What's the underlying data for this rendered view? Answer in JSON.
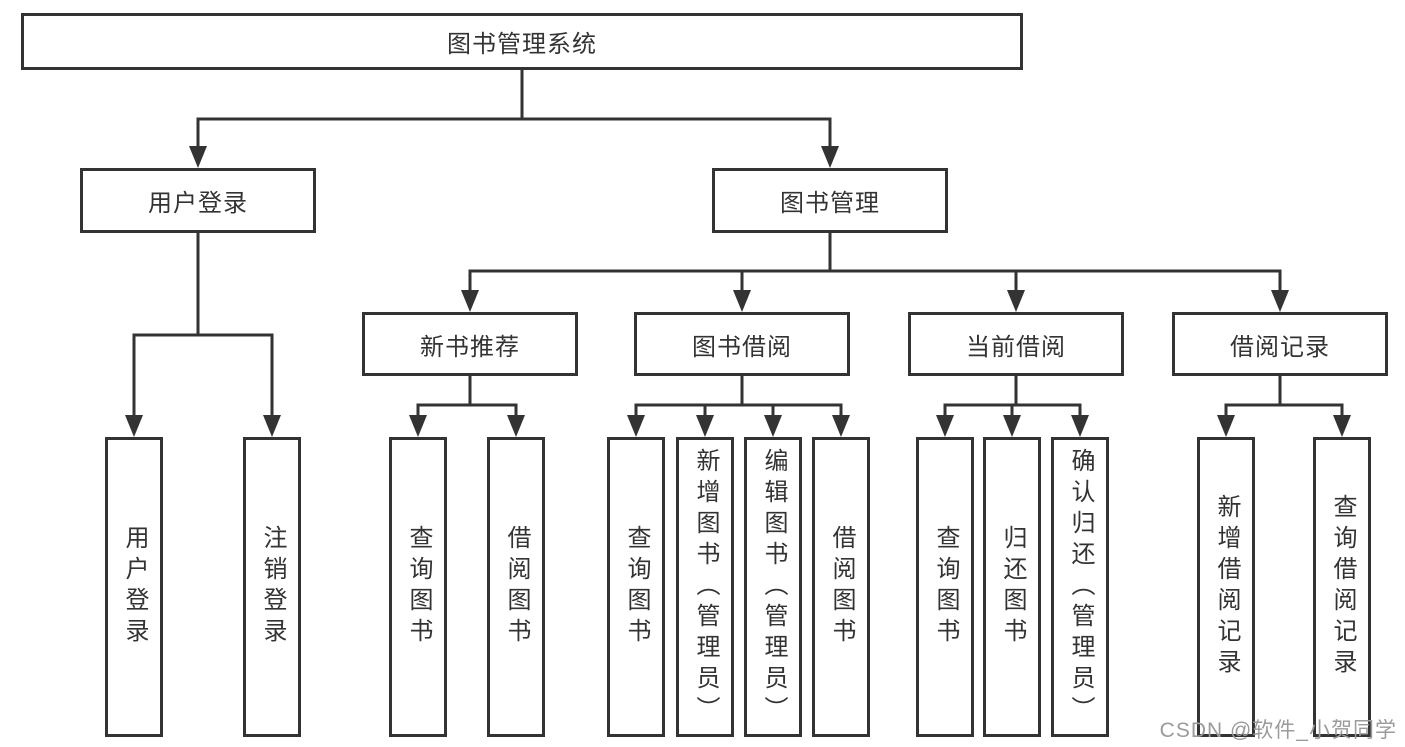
{
  "diagram_title": "图书管理系统",
  "nodes": {
    "root": "图书管理系统",
    "user_login": "用户登录",
    "book_mgmt": "图书管理",
    "new_book_rec": "新书推荐",
    "book_borrow": "图书借阅",
    "current_borrow": "当前借阅",
    "borrow_records": "借阅记录",
    "leaf_user_login": "用户登录",
    "leaf_logout": "注销登录",
    "leaf_query_books_nbr": "查询图书",
    "leaf_borrow_books_nbr": "借阅图书",
    "leaf_query_books_bb": "查询图书",
    "leaf_add_book": "新增图书（管理员）",
    "leaf_edit_book": "编辑图书（管理员）",
    "leaf_borrow_books_bb": "借阅图书",
    "leaf_query_books_cb": "查询图书",
    "leaf_return_book": "归还图书",
    "leaf_confirm_return": "确认归还（管理员）",
    "leaf_add_record": "新增借阅记录",
    "leaf_query_record": "查询借阅记录"
  },
  "edges": [
    {
      "from": "图书管理系统",
      "to": "用户登录"
    },
    {
      "from": "图书管理系统",
      "to": "图书管理"
    },
    {
      "from": "用户登录",
      "to": "用户登录"
    },
    {
      "from": "用户登录",
      "to": "注销登录"
    },
    {
      "from": "图书管理",
      "to": "新书推荐"
    },
    {
      "from": "图书管理",
      "to": "图书借阅"
    },
    {
      "from": "图书管理",
      "to": "当前借阅"
    },
    {
      "from": "图书管理",
      "to": "借阅记录"
    },
    {
      "from": "新书推荐",
      "to": "查询图书"
    },
    {
      "from": "新书推荐",
      "to": "借阅图书"
    },
    {
      "from": "图书借阅",
      "to": "查询图书"
    },
    {
      "from": "图书借阅",
      "to": "新增图书（管理员）"
    },
    {
      "from": "图书借阅",
      "to": "编辑图书（管理员）"
    },
    {
      "from": "图书借阅",
      "to": "借阅图书"
    },
    {
      "from": "当前借阅",
      "to": "查询图书"
    },
    {
      "from": "当前借阅",
      "to": "归还图书"
    },
    {
      "from": "当前借阅",
      "to": "确认归还（管理员）"
    },
    {
      "from": "借阅记录",
      "to": "新增借阅记录"
    },
    {
      "from": "借阅记录",
      "to": "查询借阅记录"
    }
  ],
  "watermark": {
    "text": "CSDN @软件_小贺同学"
  },
  "colors": {
    "line": "#333333",
    "box_border": "#333333",
    "box_background": "#ffffff",
    "text": "#333333",
    "watermark": "#9b9b9b"
  }
}
